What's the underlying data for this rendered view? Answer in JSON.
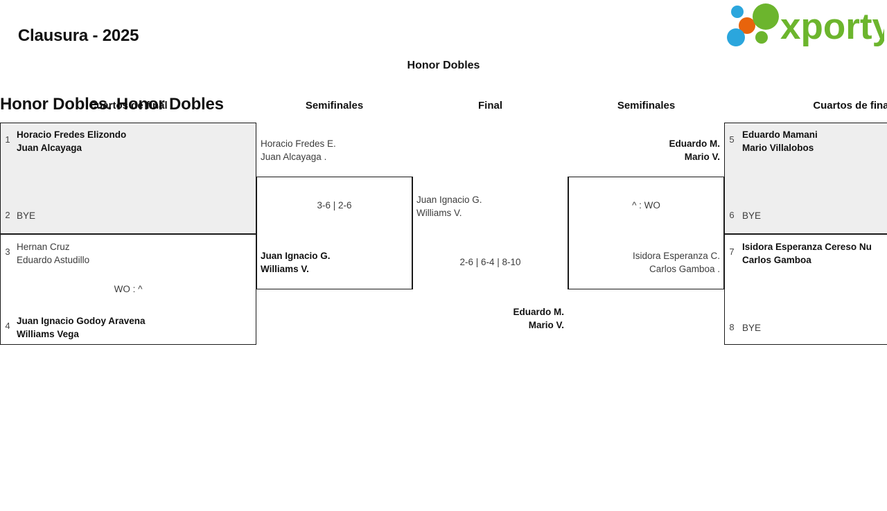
{
  "header": {
    "line1": "Clausura - 2025",
    "line2": "Honor Dobles. Honor Dobles",
    "logo_text": "xporty",
    "logo_colors": {
      "green": "#6cb52d",
      "blue": "#2ba6dd",
      "orange": "#e8640c"
    }
  },
  "bracket": {
    "title": "Honor Dobles",
    "rounds": {
      "quarters_left": "Cuartos de final",
      "semis_left": "Semifinales",
      "final": "Final",
      "semis_right": "Semifinales",
      "quarters_right": "Cuartos de final"
    },
    "colors": {
      "shaded_row": "#eeeeee",
      "border": "#1a1a1a",
      "winner_text": "#111111",
      "loser_text": "#3c3c3c"
    },
    "quarters_left": [
      {
        "seed_top": "1",
        "top_line1": "Horacio Fredes Elizondo",
        "top_line2": "Juan Alcayaga",
        "top_state": "win",
        "seed_bottom": "2",
        "bottom_line1": "BYE",
        "bottom_line2": "",
        "bottom_state": "bye",
        "score": ""
      },
      {
        "seed_top": "3",
        "top_line1": "Hernan Cruz",
        "top_line2": "Eduardo Astudillo",
        "top_state": "lose",
        "seed_bottom": "4",
        "bottom_line1": "Juan Ignacio Godoy Aravena",
        "bottom_line2": "Williams Vega",
        "bottom_state": "win",
        "score": "WO : ^"
      }
    ],
    "semis_left": [
      {
        "top_line1": "Horacio Fredes E.",
        "top_line2": "Juan Alcayaga .",
        "top_state": "lose",
        "bottom_line1": "Juan Ignacio G.",
        "bottom_line2": "Williams V.",
        "bottom_state": "win",
        "score": "3-6 | 2-6"
      }
    ],
    "final": [
      {
        "top_line1": "Juan Ignacio G.",
        "top_line2": "Williams V.",
        "top_state": "lose",
        "bottom_line1": "Eduardo M.",
        "bottom_line2": "Mario V.",
        "bottom_state": "win",
        "score": "2-6 | 6-4 | 8-10"
      }
    ],
    "semis_right": [
      {
        "top_line1": "Eduardo M.",
        "top_line2": "Mario V.",
        "top_state": "win",
        "bottom_line1": "Isidora Esperanza C.",
        "bottom_line2": "Carlos Gamboa .",
        "bottom_state": "lose",
        "score": "^ : WO"
      }
    ],
    "quarters_right": [
      {
        "seed_top": "5",
        "top_line1": "Eduardo Mamani",
        "top_line2": "Mario Villalobos",
        "top_state": "win",
        "seed_bottom": "6",
        "bottom_line1": "BYE",
        "bottom_line2": "",
        "bottom_state": "bye",
        "score": ""
      },
      {
        "seed_top": "7",
        "top_line1": "Isidora Esperanza Cereso Nu",
        "top_line2": "Carlos Gamboa",
        "top_state": "win",
        "seed_bottom": "8",
        "bottom_line1": "BYE",
        "bottom_line2": "",
        "bottom_state": "bye",
        "score": ""
      }
    ]
  }
}
